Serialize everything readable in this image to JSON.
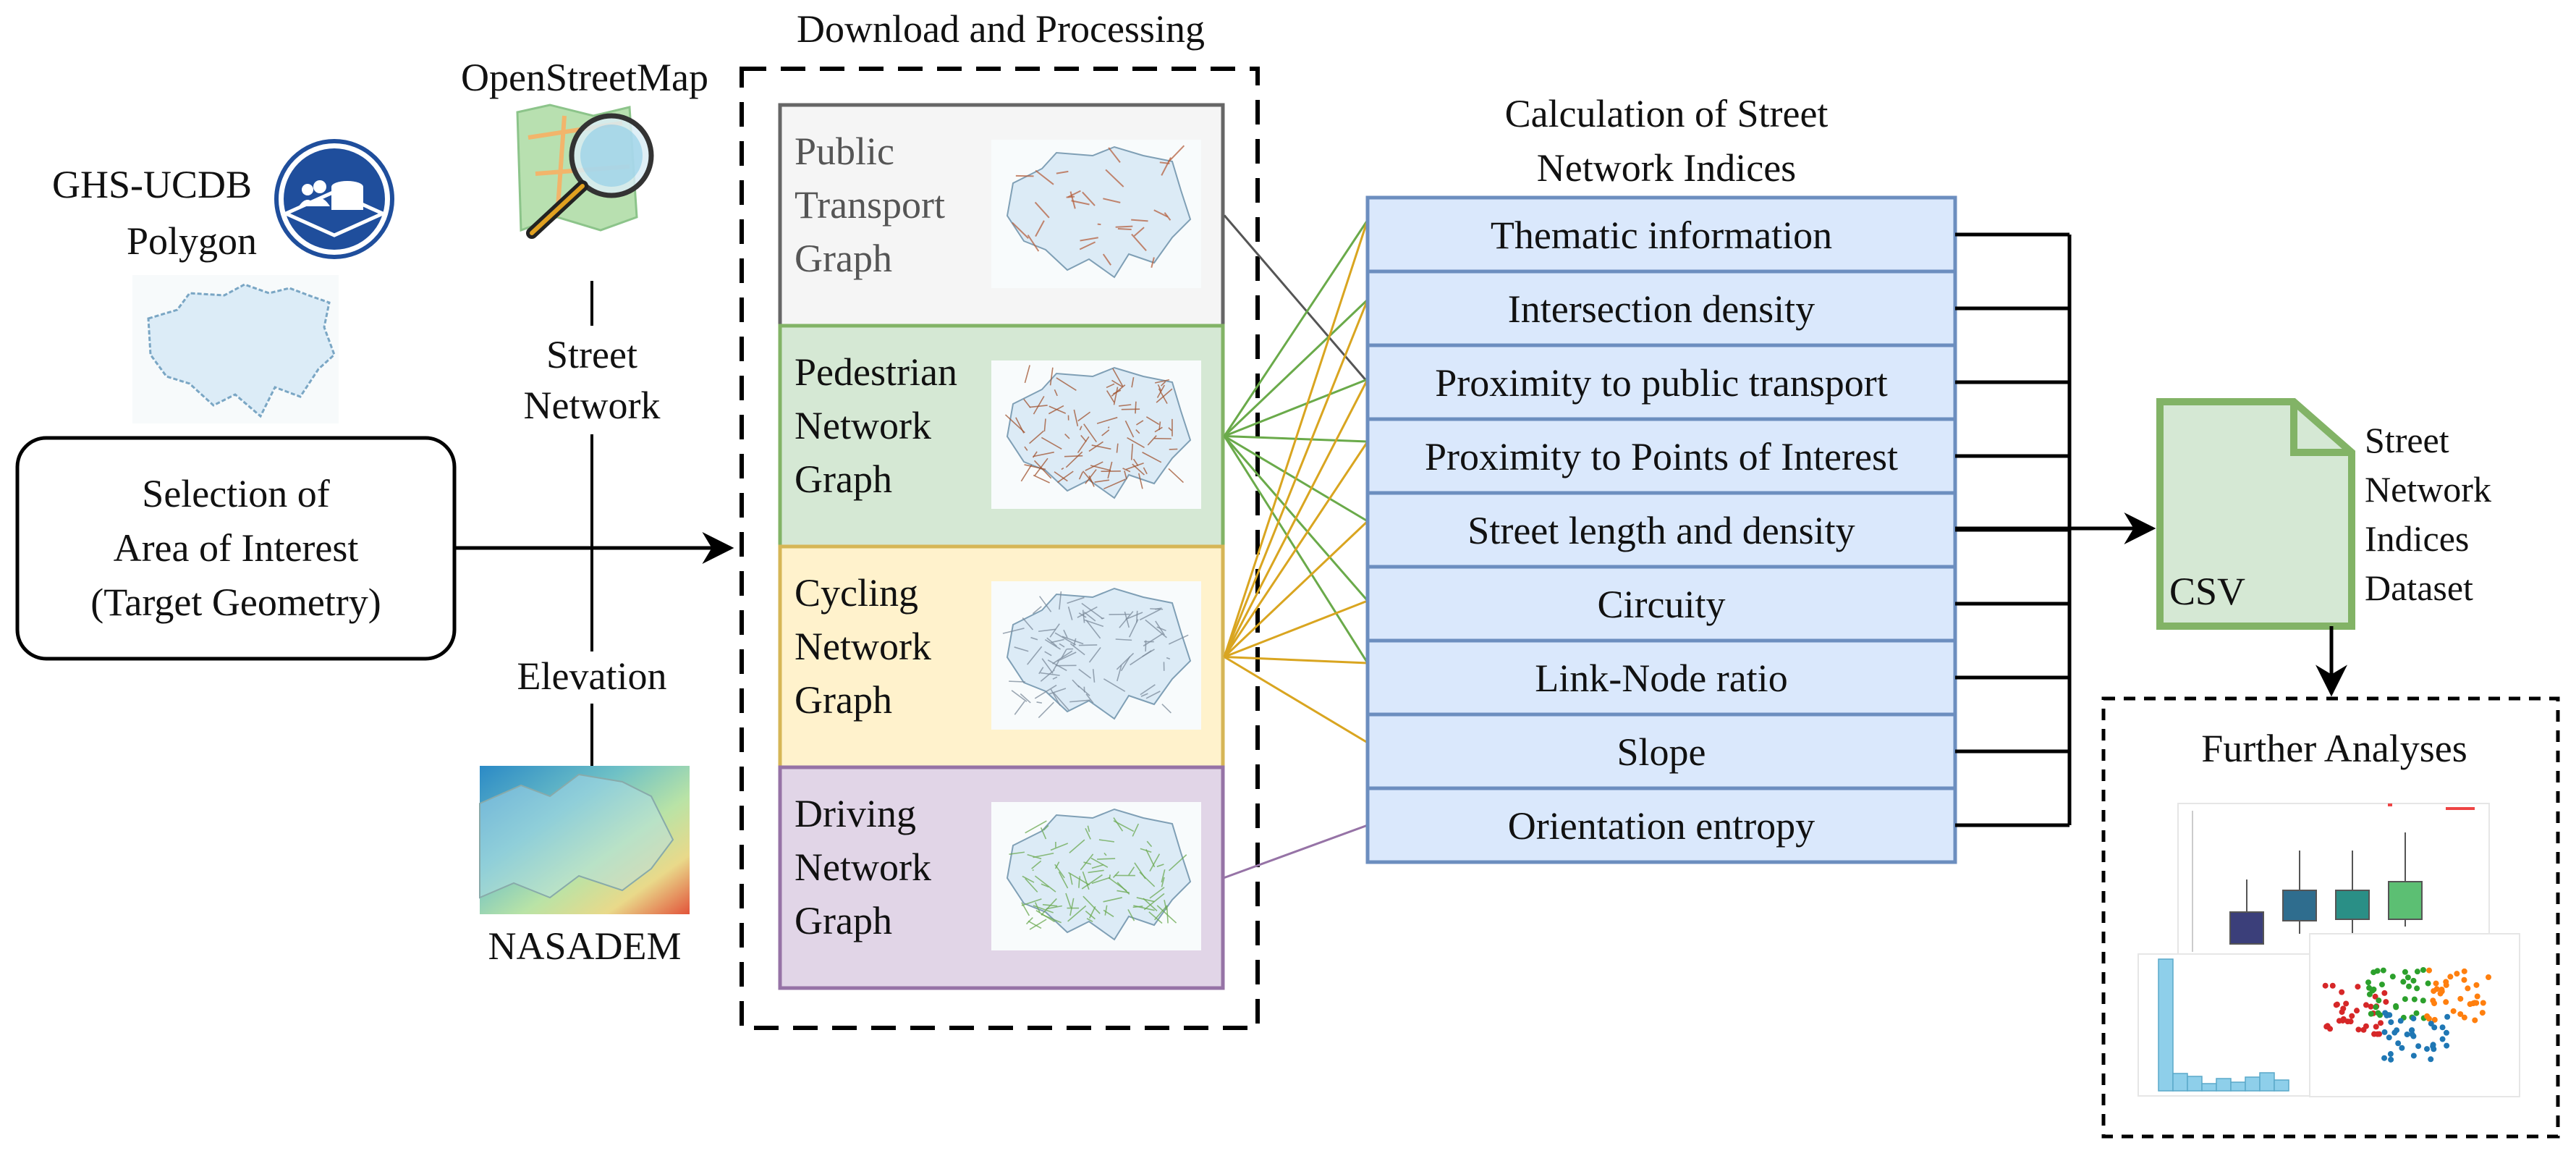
{
  "title_download": "Download and Processing",
  "title_indices": [
    "Calculation of Street",
    "Network Indices"
  ],
  "ghs": {
    "line1": "GHS-UCDB",
    "line2": "Polygon"
  },
  "osm_label": "OpenStreetMap",
  "street_network_label": [
    "Street",
    "Network"
  ],
  "elevation_label": "Elevation",
  "nasadem_label": "NASADEM",
  "aoi_box": [
    "Selection of",
    "Area of Interest",
    "(Target Geometry)"
  ],
  "graphs": [
    {
      "lines": [
        "Public",
        "Transport",
        "Graph"
      ],
      "fill": "#f5f5f5",
      "stroke": "#666666",
      "line_color": "#555555",
      "map_tint": "#b5603f"
    },
    {
      "lines": [
        "Pedestrian",
        "Network",
        "Graph"
      ],
      "fill": "#d5e8d4",
      "stroke": "#82b366",
      "line_color": "#6aaa4a",
      "map_tint": "#a0522d"
    },
    {
      "lines": [
        "Cycling",
        "Network",
        "Graph"
      ],
      "fill": "#fff2cc",
      "stroke": "#d6b656",
      "line_color": "#d9a520",
      "map_tint": "#7b8a99"
    },
    {
      "lines": [
        "Driving",
        "Network",
        "Graph"
      ],
      "fill": "#e1d5e7",
      "stroke": "#9673a6",
      "line_color": "#9673a6",
      "map_tint": "#6aa84f"
    }
  ],
  "indices": [
    "Thematic information",
    "Intersection density",
    "Proximity to public transport",
    "Proximity to Points of Interest",
    "Street length and density",
    "Circuity",
    "Link-Node ratio",
    "Slope",
    "Orientation entropy"
  ],
  "csv_label": "CSV",
  "dataset_label": [
    "Street",
    "Network",
    "Indices",
    "Dataset"
  ],
  "further_label": "Further Analyses",
  "colors": {
    "index_fill": "#dae8fc",
    "index_stroke": "#6c8ebf",
    "csv_fill": "#d5e8d4",
    "csv_stroke": "#82b366",
    "ghs_icon": "#1f4e9c"
  }
}
